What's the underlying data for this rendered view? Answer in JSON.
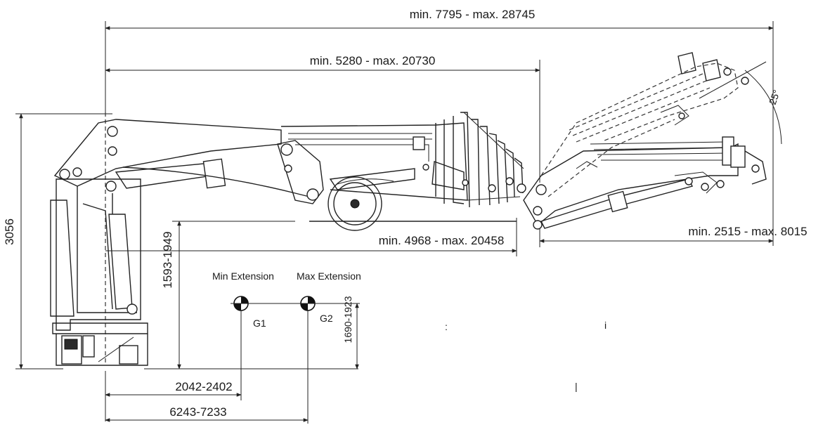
{
  "dimensions": {
    "overall_reach": "min. 7795 - max. 28745",
    "boom_reach": "min. 5280 - max. 20730",
    "lower_reach": "min. 4968 - max. 20458",
    "jib_reach": "min. 2515 - max. 8015",
    "total_height": "3056",
    "pillar_height": "1593-1949",
    "g2_height": "1690-1923",
    "g1_distance": "2042-2402",
    "g2_distance": "6243-7233",
    "jib_angle": "25°"
  },
  "labels": {
    "min_extension": "Min Extension",
    "max_extension": "Max Extension",
    "g1": "G1",
    "g2": "G2"
  },
  "stray_marks": {
    "mark_a": ":",
    "mark_b": "i",
    "mark_c": "|"
  }
}
